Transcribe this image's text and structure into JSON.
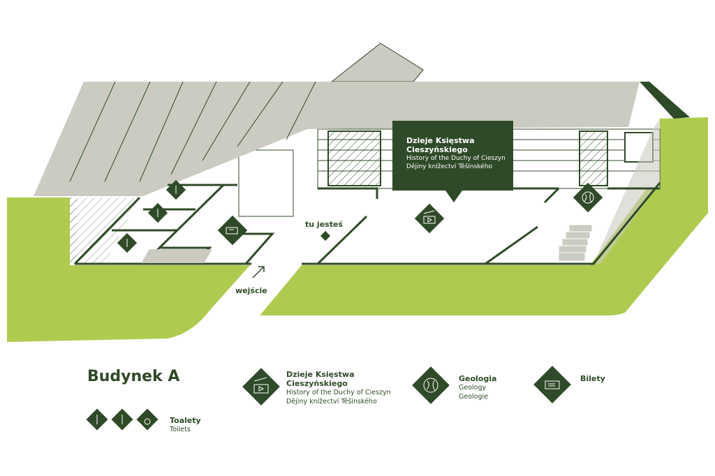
{
  "map": {
    "callout": {
      "title_line1": "Dzieje Księstwa",
      "title_line2": "Cieszyńskiego",
      "en": "History of the Duchy of Cieszyn",
      "cz": "Dějiny knížectví Těšínského"
    },
    "you_are_here": "tu jesteś",
    "entrance": "wejście"
  },
  "legend": {
    "building": "Budynek A",
    "items": [
      {
        "icon": "film-icon",
        "title_line1": "Dzieje Księstwa",
        "title_line2": "Cieszyńskiego",
        "en": "History of the Duchy of Cieszyn",
        "cz": "Dějiny knížectví Těšínského"
      },
      {
        "icon": "globe-icon",
        "title": "Geologia",
        "en": "Geology",
        "cz": "Geologie"
      },
      {
        "icon": "ticket-icon",
        "title": "Bilety"
      },
      {
        "icon": "toilet-icon",
        "title": "Toalety",
        "en": "Toilets"
      }
    ]
  },
  "colors": {
    "dark": "#2f4a28",
    "grass": "#aecb4f",
    "roof": "#cbcbc1"
  }
}
